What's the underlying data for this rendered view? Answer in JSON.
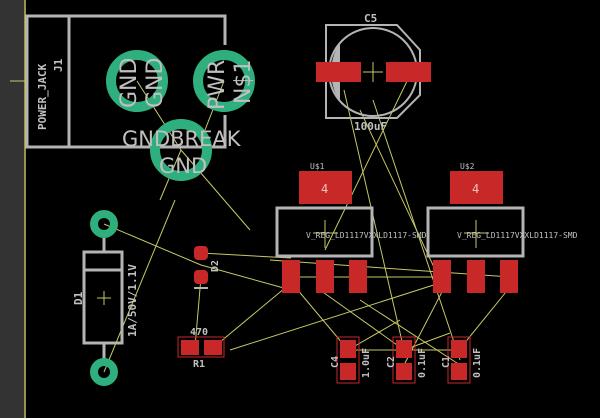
{
  "colors": {
    "background": "#000000",
    "copper": "#c82828",
    "pad_tht": "#2fae7e",
    "silk": "#b4b4b4",
    "airwire": "#c8c864",
    "sidebar": "#333333"
  },
  "parts": {
    "j1": {
      "name": "J1",
      "value": "POWER_JACK",
      "pads": [
        "GND",
        "PWR",
        "GNDBREAK"
      ],
      "pad_signals": [
        "GND",
        "N$1",
        "GND"
      ]
    },
    "c5": {
      "name": "C5",
      "value": "100uF"
    },
    "u1": {
      "name": "U$1",
      "value": "V_REG_LD1117VXXLD1117-SMD",
      "tab": "4"
    },
    "u2": {
      "name": "U$2",
      "value": "V_REG_LD1117VXXLD1117-SMD",
      "tab": "4"
    },
    "d1": {
      "name": "D1",
      "value": "1A/50V/1.1V"
    },
    "d2": {
      "name": "D2"
    },
    "r1": {
      "name": "R1",
      "value": "470"
    },
    "c4": {
      "name": "C4",
      "value": "1.0uF"
    },
    "c2": {
      "name": "C2",
      "value": "0.1uF"
    },
    "c1": {
      "name": "C1",
      "value": "0.1uF"
    }
  }
}
